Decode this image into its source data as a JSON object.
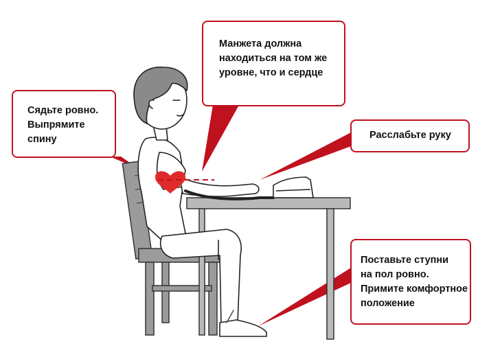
{
  "callouts": {
    "sit_straight": {
      "lines": [
        "Сядьте ровно.",
        "Выпрямите",
        "спину"
      ]
    },
    "cuff_level": {
      "lines": [
        "Манжета должна",
        "находиться на том же",
        "уровне, что и сердце"
      ]
    },
    "relax_arm": {
      "lines": [
        "Расслабьте руку"
      ]
    },
    "feet_flat": {
      "lines": [
        "Поставьте ступни",
        "на пол ровно.",
        "Примите комфортное",
        "положение"
      ]
    }
  },
  "colors": {
    "accent": "#c0111f",
    "heart": "#e02b2b",
    "outline": "#222222",
    "hair": "#8a8a8a",
    "chair": "#9b9b9b",
    "table": "#b9b9b9"
  },
  "icons": {
    "heart": "heart-icon",
    "monitor": "blood-pressure-monitor-icon"
  }
}
